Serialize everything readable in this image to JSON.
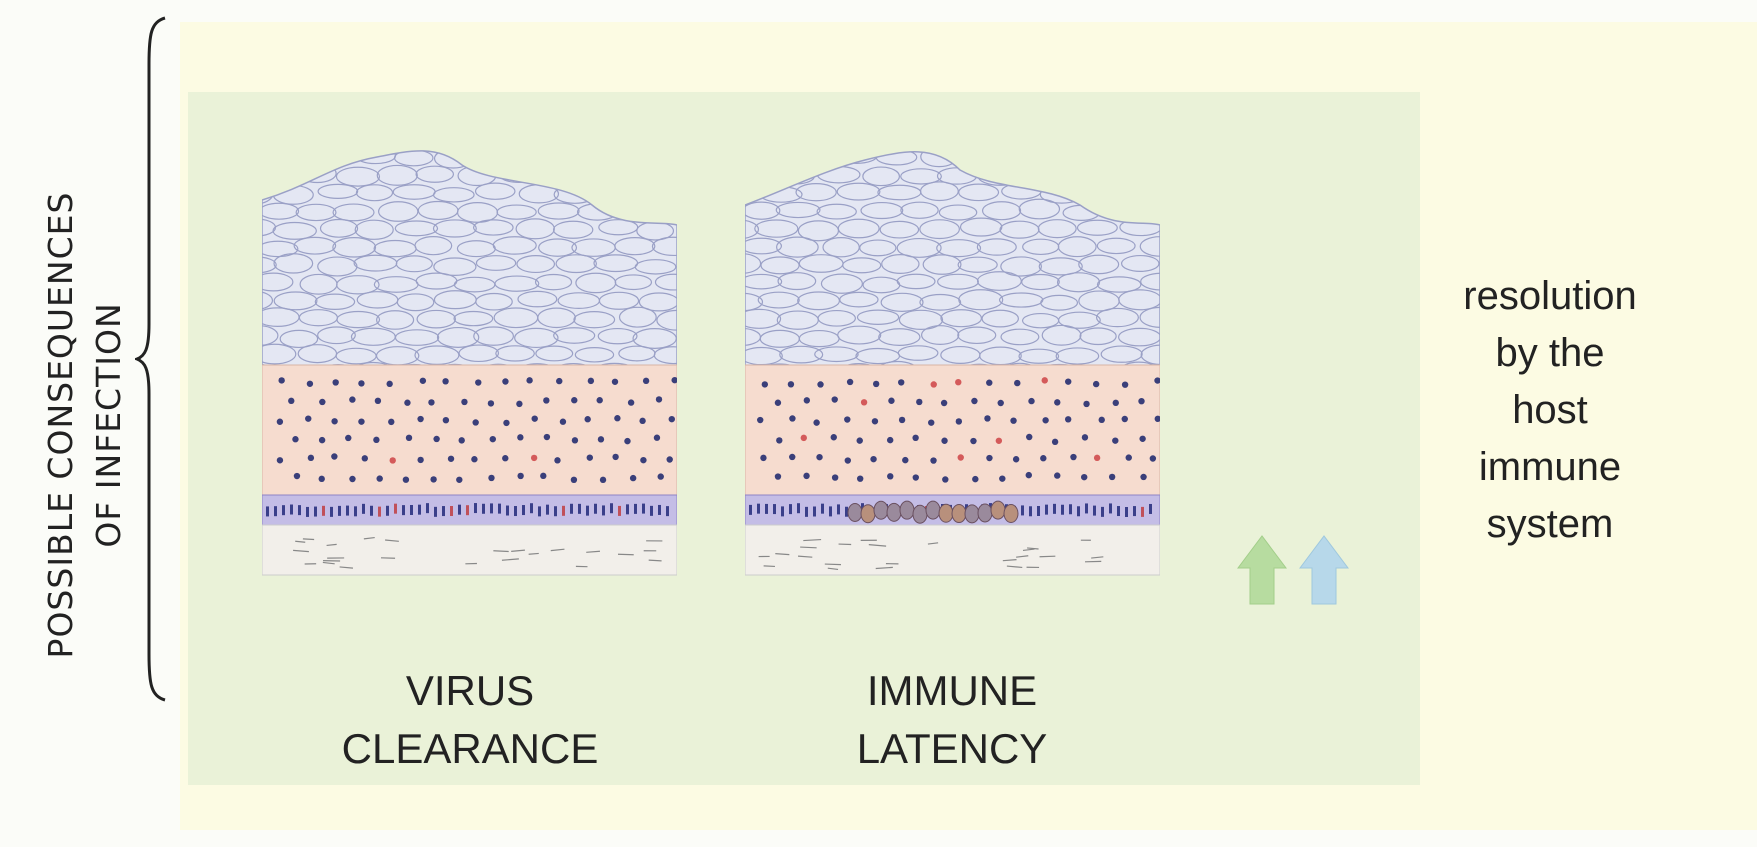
{
  "side_title": {
    "line1": "POSSIBLE CONSEQUENCES",
    "line2": "OF INFECTION"
  },
  "panels": [
    {
      "label_line1": "VIRUS",
      "label_line2": "CLEARANCE"
    },
    {
      "label_line1": "IMMUNE",
      "label_line2": "LATENCY"
    }
  ],
  "resolution_text": [
    "resolution",
    "by the",
    "host",
    "immune",
    "system"
  ],
  "colors": {
    "background": "#fbfcf8",
    "yellow_band": "#fcfbe3",
    "green_panel": "#eaf2d8",
    "upper_cells": "#e4e7f3",
    "middle_cells": "#f6dccf",
    "basal_layer": "#c4bde6",
    "dermis": "#f2efea",
    "arrow_green": "#b7dca0",
    "arrow_blue": "#b7d8ea"
  },
  "icons": [
    "green-up-arrow-icon",
    "blue-up-arrow-icon",
    "curly-brace-icon"
  ]
}
